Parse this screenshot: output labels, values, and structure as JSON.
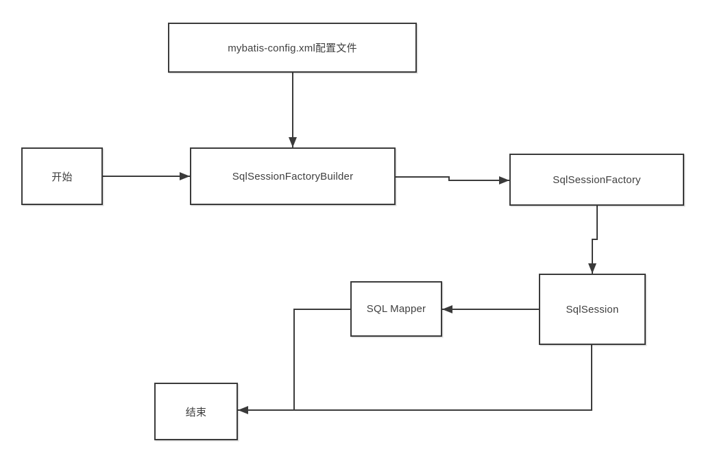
{
  "diagram": {
    "type": "flowchart",
    "nodes": [
      {
        "id": "config",
        "label": "mybatis-config.xml配置文件"
      },
      {
        "id": "start",
        "label": "开始"
      },
      {
        "id": "builder",
        "label": "SqlSessionFactoryBuilder"
      },
      {
        "id": "factory",
        "label": "SqlSessionFactory"
      },
      {
        "id": "session",
        "label": "SqlSession"
      },
      {
        "id": "mapper",
        "label": "SQL Mapper"
      },
      {
        "id": "end",
        "label": "结束"
      }
    ],
    "edges": [
      {
        "from": "start",
        "to": "builder",
        "arrow": true
      },
      {
        "from": "config",
        "to": "builder",
        "arrow": true
      },
      {
        "from": "builder",
        "to": "factory",
        "arrow": true
      },
      {
        "from": "factory",
        "to": "session",
        "arrow": true
      },
      {
        "from": "session",
        "to": "mapper",
        "arrow": true
      },
      {
        "from": "session",
        "to": "end",
        "arrow": true
      },
      {
        "from": "mapper",
        "to": "end",
        "arrow": false
      }
    ],
    "colors": {
      "line": "#3a3a3a",
      "text": "#3f3f3f",
      "box_fill": "#ffffff",
      "background": "#ffffff"
    }
  }
}
